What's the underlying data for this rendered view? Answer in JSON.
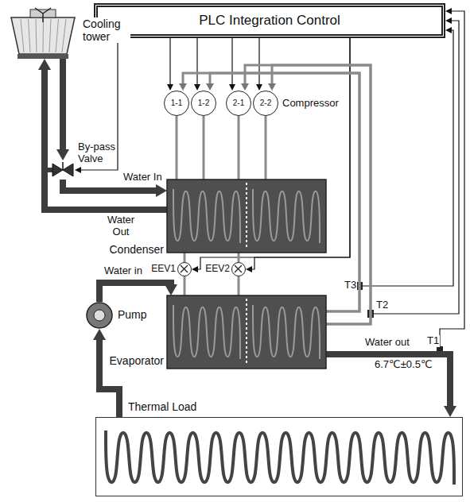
{
  "diagram": {
    "nodes": [
      {
        "text": [
          "PLC Integration Control"
        ]
      },
      {
        "text": [
          "Cooling tower"
        ]
      },
      {
        "text": [
          "1-1"
        ]
      },
      {
        "text": [
          "1-2"
        ]
      },
      {
        "text": [
          "2-1"
        ]
      },
      {
        "text": [
          "2-2"
        ]
      },
      {
        "text": [
          "By-pass Valve"
        ]
      },
      {
        "text": [
          "Condenser"
        ]
      },
      {
        "text": [
          "EEV1"
        ]
      },
      {
        "text": [
          "EEV2"
        ]
      },
      {
        "text": [
          "Pump"
        ]
      },
      {
        "text": [
          "Evaporator"
        ]
      },
      {
        "text": [
          "Thermal Load"
        ]
      }
    ],
    "edges": [
      {
        "from": 7,
        "to": 1,
        "arrow": "to",
        "label": "Water Out"
      },
      {
        "from": 1,
        "to": 6,
        "arrow": "to"
      },
      {
        "from": 6,
        "to": 7,
        "arrow": "to",
        "label": "Water In"
      },
      {
        "from": 0,
        "to": 6,
        "arrow": "to"
      },
      {
        "from": 0,
        "to": 2,
        "arrow": "to"
      },
      {
        "from": 0,
        "to": 3,
        "arrow": "to"
      },
      {
        "from": 0,
        "to": 4,
        "arrow": "to"
      },
      {
        "from": 0,
        "to": 5,
        "arrow": "to"
      },
      {
        "from": 0,
        "to": 8,
        "arrow": "to"
      },
      {
        "from": 0,
        "to": 9,
        "arrow": "to"
      },
      {
        "from": 2,
        "to": 7,
        "arrow": "none"
      },
      {
        "from": 3,
        "to": 7,
        "arrow": "none"
      },
      {
        "from": 4,
        "to": 7,
        "arrow": "none"
      },
      {
        "from": 5,
        "to": 7,
        "arrow": "none"
      },
      {
        "from": 7,
        "to": 8,
        "arrow": "none"
      },
      {
        "from": 7,
        "to": 9,
        "arrow": "none"
      },
      {
        "from": 8,
        "to": 11,
        "arrow": "none"
      },
      {
        "from": 9,
        "to": 11,
        "arrow": "none"
      },
      {
        "from": 11,
        "to": 2,
        "arrow": "to"
      },
      {
        "from": 11,
        "to": 3,
        "arrow": "to"
      },
      {
        "from": 11,
        "to": 4,
        "arrow": "to"
      },
      {
        "from": 11,
        "to": 5,
        "arrow": "to"
      },
      {
        "from": 12,
        "to": 10,
        "arrow": "to"
      },
      {
        "from": 10,
        "to": 11,
        "arrow": "to",
        "label": "Water in"
      },
      {
        "from": 11,
        "to": 12,
        "arrow": "to",
        "label": "Water out"
      }
    ],
    "labels": [
      "Compressor",
      "T3",
      "T2",
      "T1",
      "6.7℃±0.5℃"
    ]
  }
}
